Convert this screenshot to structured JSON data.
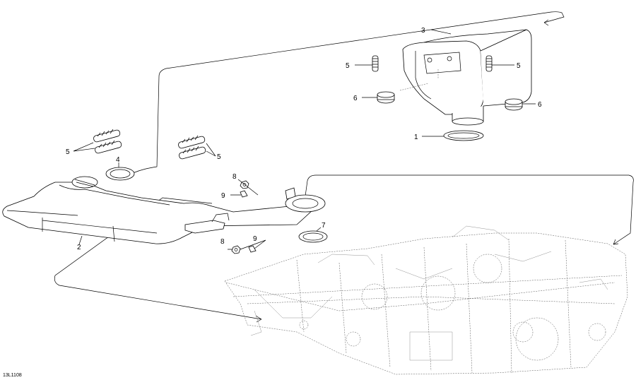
{
  "diagram": {
    "code": "13L1108",
    "callouts": {
      "c1": "1",
      "c2": "2",
      "c3": "3",
      "c4": "4",
      "c5a": "5",
      "c5b": "5",
      "c5c": "5",
      "c5d": "5",
      "c6a": "6",
      "c6b": "6",
      "c7": "7",
      "c8a": "8",
      "c8b": "8",
      "c9a": "9",
      "c9b": "9"
    }
  }
}
